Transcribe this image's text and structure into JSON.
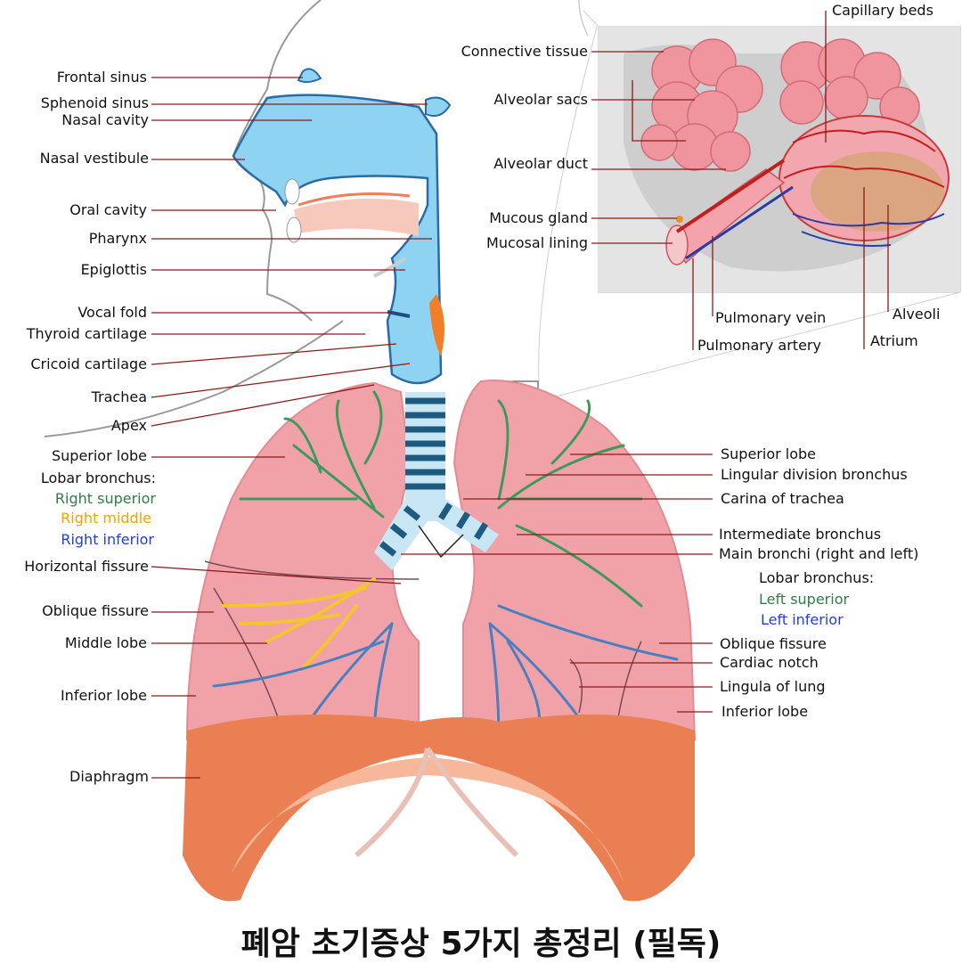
{
  "caption": "폐암 초기증상 5가지 총정리 (필독)",
  "left_labels": {
    "frontal_sinus": "Frontal sinus",
    "sphenoid_sinus": "Sphenoid sinus",
    "nasal_cavity": "Nasal cavity",
    "nasal_vestibule": "Nasal vestibule",
    "oral_cavity": "Oral cavity",
    "pharynx": "Pharynx",
    "epiglottis": "Epiglottis",
    "vocal_fold": "Vocal fold",
    "thyroid_cartilage": "Thyroid cartilage",
    "cricoid_cartilage": "Cricoid cartilage",
    "trachea": "Trachea",
    "apex": "Apex",
    "superior_lobe": "Superior lobe",
    "lobar_bronchus": "Lobar bronchus:",
    "right_superior": "Right superior",
    "right_middle": "Right middle",
    "right_inferior": "Right inferior",
    "horizontal_fissure": "Horizontal fissure",
    "oblique_fissure": "Oblique fissure",
    "middle_lobe": "Middle lobe",
    "inferior_lobe": "Inferior lobe",
    "diaphragm": "Diaphragm"
  },
  "right_labels": {
    "superior_lobe": "Superior lobe",
    "lingular_division_bronchus": "Lingular division bronchus",
    "carina_of_trachea": "Carina of trachea",
    "intermediate_bronchus": "Intermediate bronchus",
    "main_bronchi": "Main bronchi (right and left)",
    "lobar_bronchus": "Lobar bronchus:",
    "left_superior": "Left superior",
    "left_inferior": "Left inferior",
    "oblique_fissure": "Oblique fissure",
    "cardiac_notch": "Cardiac notch",
    "lingula_of_lung": "Lingula of lung",
    "inferior_lobe": "Inferior lobe"
  },
  "inset_labels": {
    "capillary_beds": "Capillary beds",
    "connective_tissue": "Connective tissue",
    "alveolar_sacs": "Alveolar sacs",
    "alveolar_duct": "Alveolar duct",
    "mucous_gland": "Mucous gland",
    "mucosal_lining": "Mucosal lining",
    "pulmonary_vein": "Pulmonary vein",
    "pulmonary_artery": "Pulmonary artery",
    "alveoli": "Alveoli",
    "atrium": "Atrium"
  },
  "colors": {
    "lung": "#f0a2a8",
    "airway": "#8fd3f2",
    "diaphragm": "#e97f52",
    "leader": "#8b1a1a",
    "bronchus_superior": "#3e9a5c",
    "bronchus_middle": "#f5c530",
    "bronchus_inferior": "#4a7fc0"
  }
}
